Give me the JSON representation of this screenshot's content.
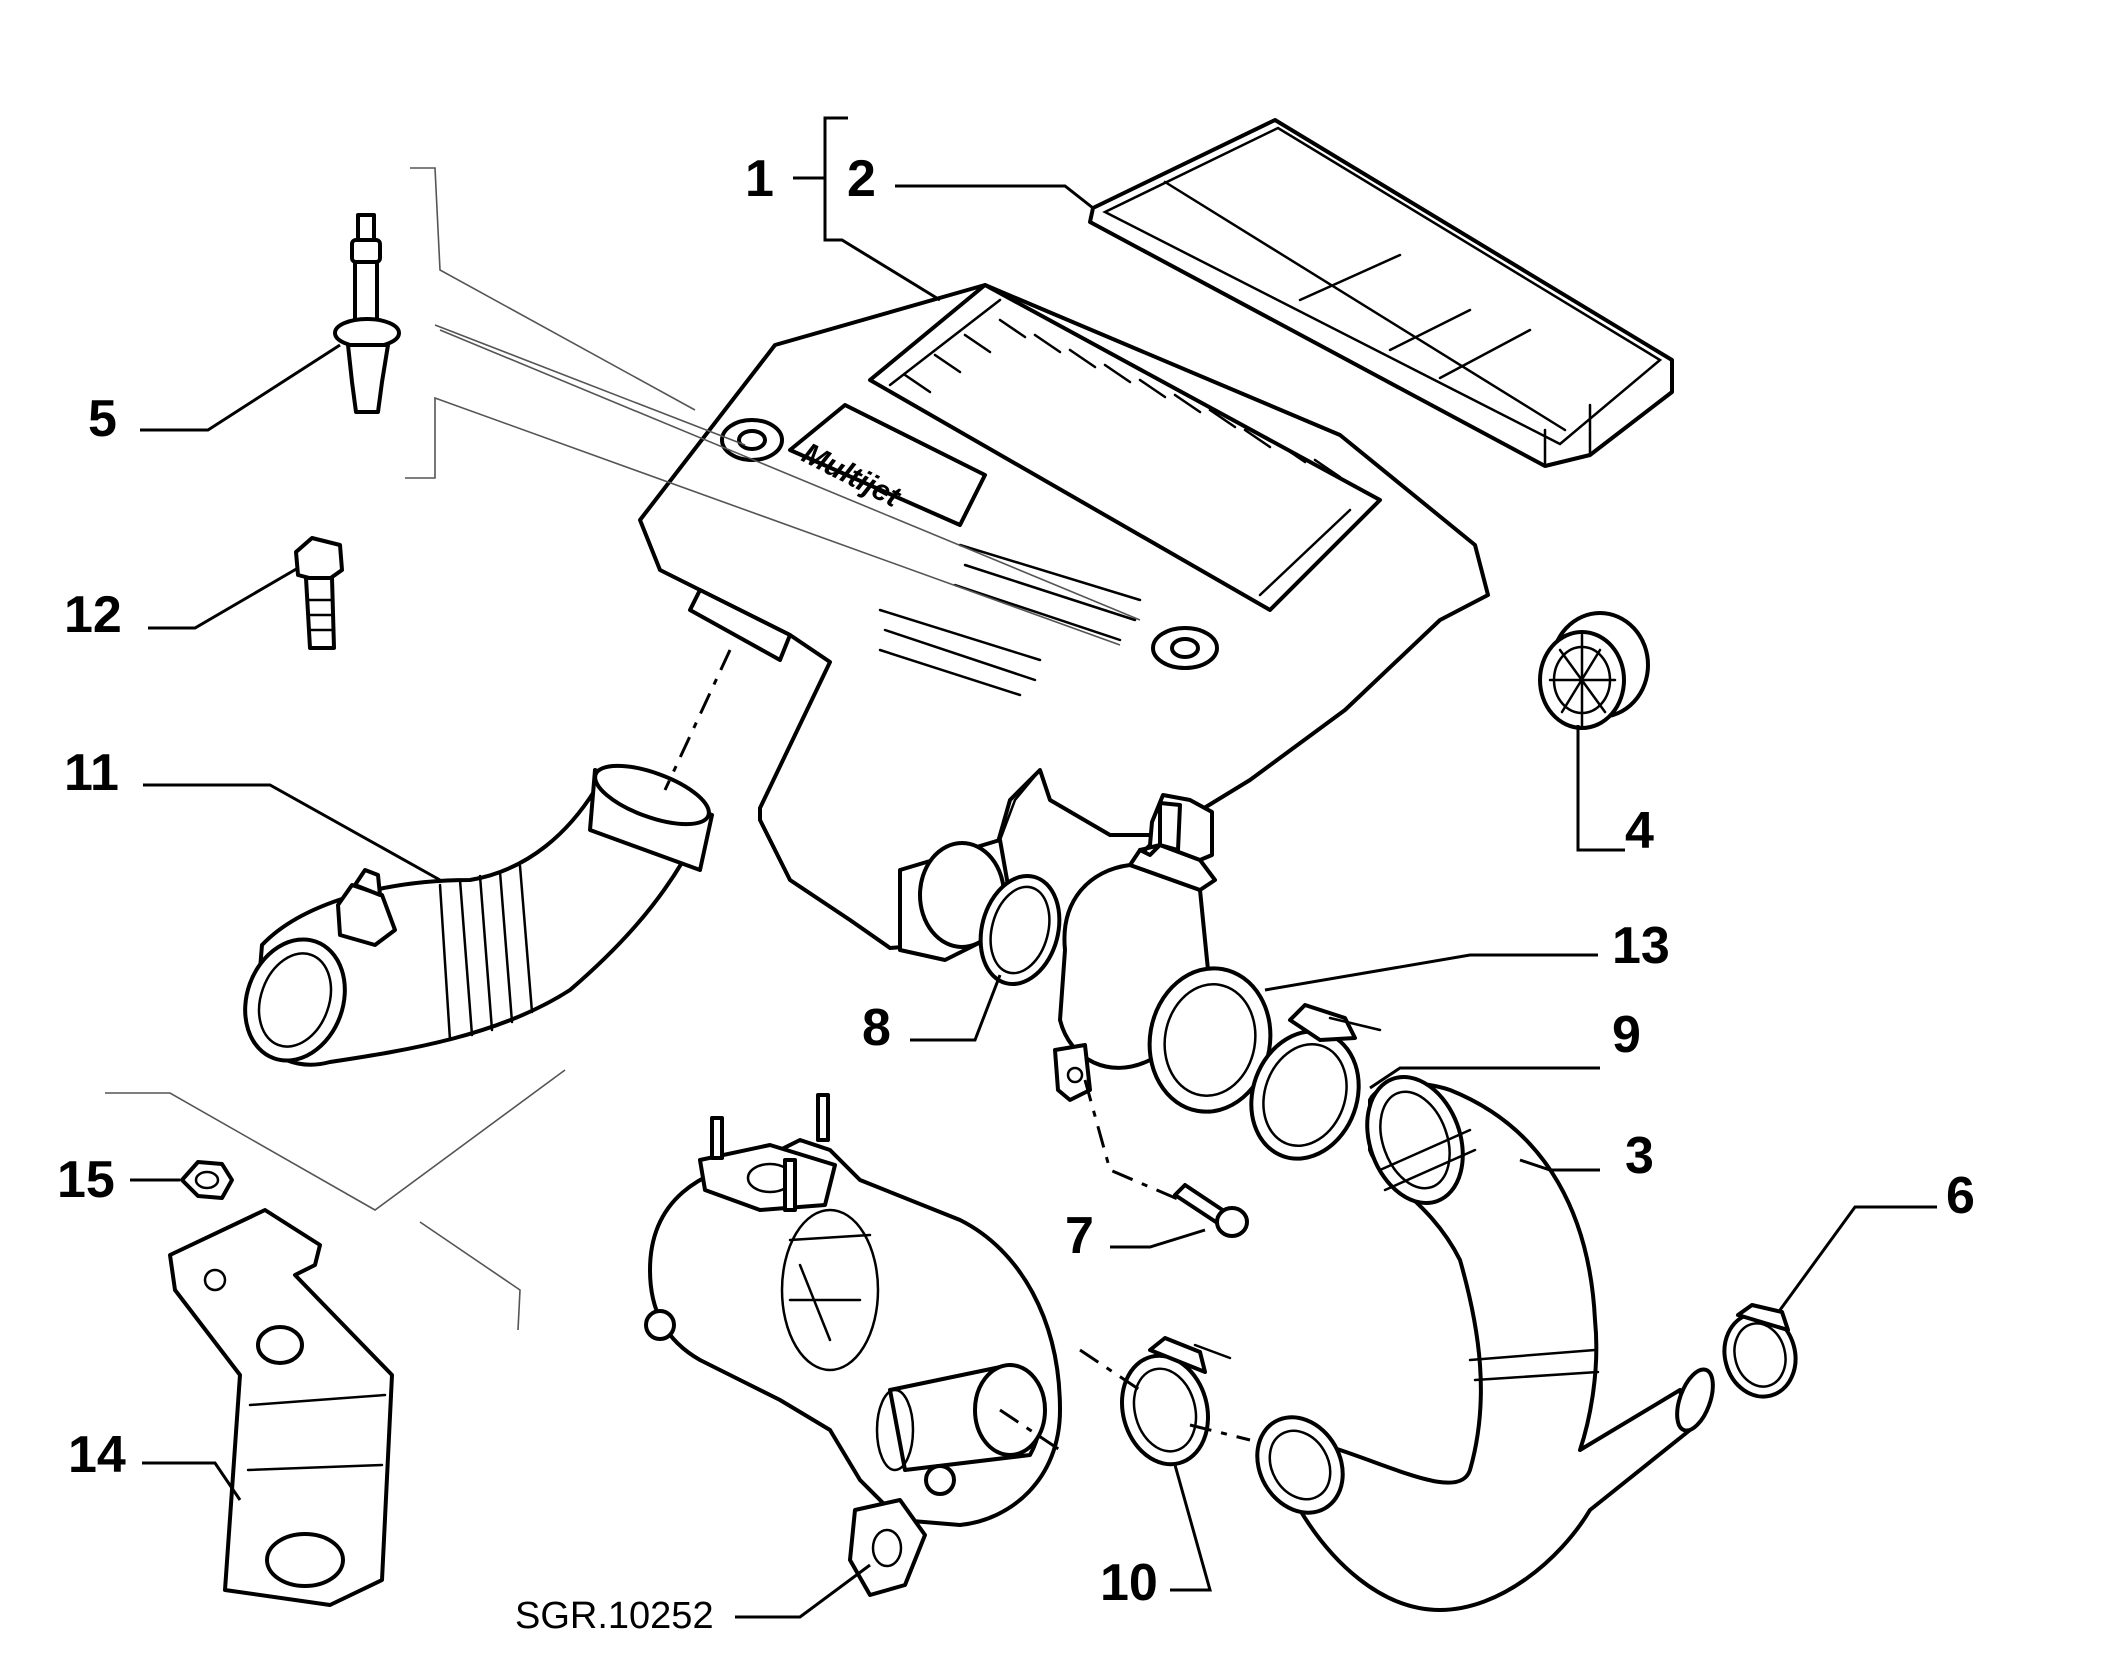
{
  "diagram": {
    "reference_code": "SGR.10252",
    "callouts": [
      {
        "id": "c1",
        "label": "1"
      },
      {
        "id": "c2",
        "label": "2"
      },
      {
        "id": "c3",
        "label": "3"
      },
      {
        "id": "c4",
        "label": "4"
      },
      {
        "id": "c5",
        "label": "5"
      },
      {
        "id": "c6",
        "label": "6"
      },
      {
        "id": "c7",
        "label": "7"
      },
      {
        "id": "c8",
        "label": "8"
      },
      {
        "id": "c9",
        "label": "9"
      },
      {
        "id": "c10",
        "label": "10"
      },
      {
        "id": "c11",
        "label": "11"
      },
      {
        "id": "c12",
        "label": "12"
      },
      {
        "id": "c13",
        "label": "13"
      },
      {
        "id": "c14",
        "label": "14"
      },
      {
        "id": "c15",
        "label": "15"
      }
    ],
    "cover_logo_text": "Multijet"
  }
}
